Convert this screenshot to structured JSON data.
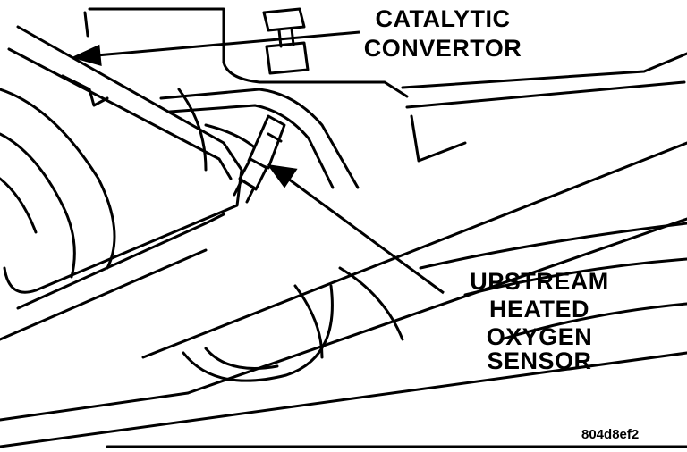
{
  "callouts": {
    "catalytic_convertor": [
      "CATALYTIC",
      "CONVERTOR"
    ],
    "upstream_sensor": [
      "UPSTREAM",
      "HEATED",
      "OXYGEN SENSOR"
    ]
  },
  "figure_id": "804d8ef2"
}
